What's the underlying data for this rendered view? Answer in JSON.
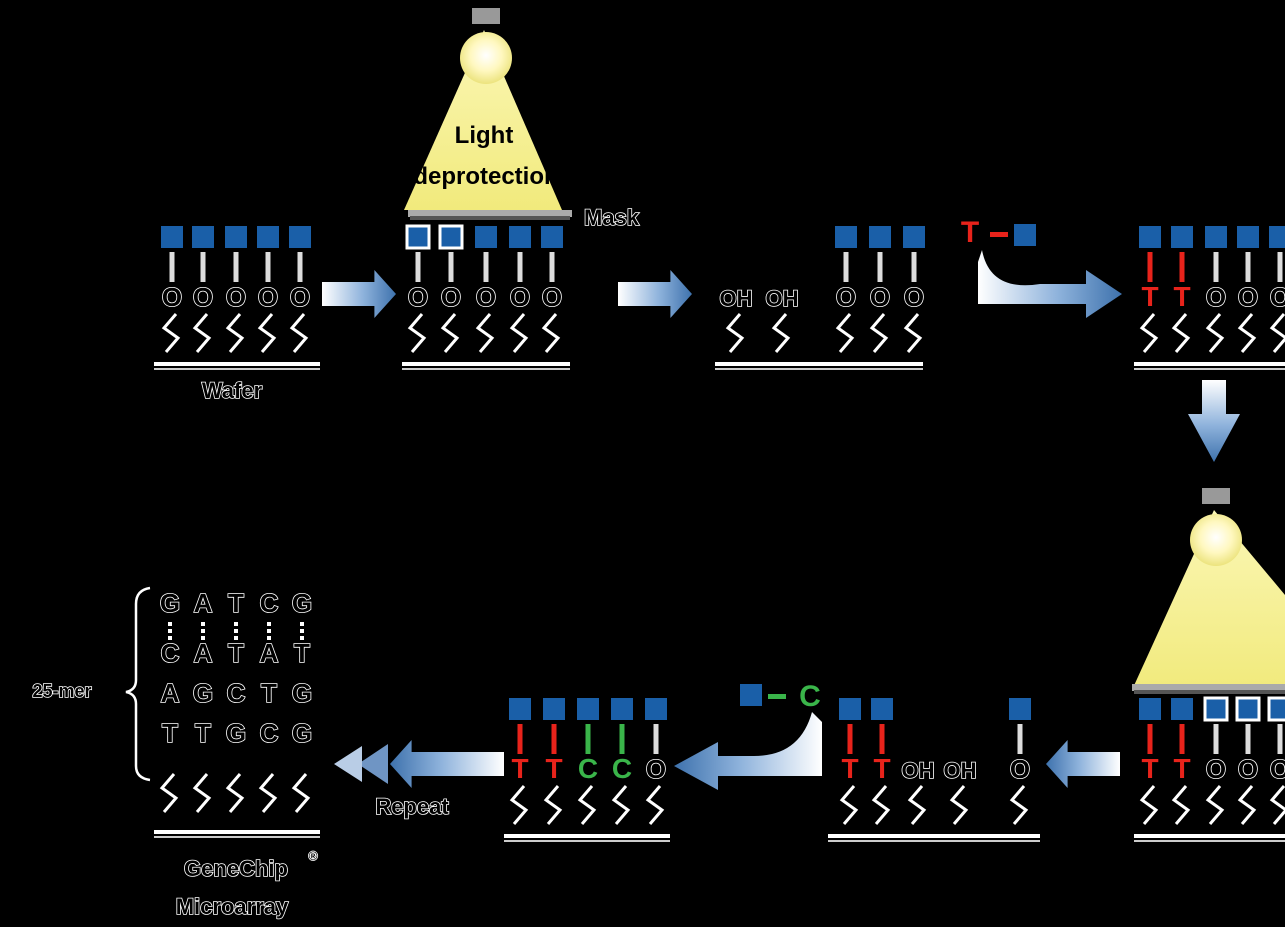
{
  "labels": {
    "light_line1": "Light",
    "light_line2": "(deprotection)",
    "mask": "Mask",
    "wafer": "Wafer",
    "repeat": "Repeat",
    "mer": "25-mer",
    "genechip_line1": "GeneChip",
    "genechip_reg": "®",
    "genechip_line2": "Microarray",
    "oh": "OH",
    "o": "O"
  },
  "reagents": {
    "t_letter": "T",
    "c_letter": "C"
  },
  "colors": {
    "background": "#000000",
    "protect_square": "#1a5fa8",
    "t_red": "#e8231b",
    "c_green": "#3ab54a",
    "light": "#f7f3a0",
    "arrow": "#4a7fb8",
    "outline_text": "#ffffff"
  },
  "rows": {
    "top": {
      "panel1": [
        "O",
        "O",
        "O",
        "O",
        "O"
      ],
      "panel2": [
        "O",
        "O",
        "O",
        "O",
        "O"
      ],
      "panel3": [
        "OH",
        "OH",
        "O",
        "O",
        "O"
      ],
      "panel4": [
        "T",
        "T",
        "O",
        "O",
        "O"
      ]
    },
    "bottom": {
      "panel5": [
        "T",
        "T",
        "O",
        "O",
        "O"
      ],
      "panel6": [
        "T",
        "T",
        "OH",
        "OH",
        "O"
      ],
      "panel7": [
        "T",
        "T",
        "C",
        "C",
        "O"
      ]
    }
  },
  "microarray_columns": [
    [
      "G",
      "C",
      "A",
      "T"
    ],
    [
      "A",
      "A",
      "G",
      "T"
    ],
    [
      "T",
      "T",
      "C",
      "G"
    ],
    [
      "C",
      "A",
      "T",
      "C"
    ],
    [
      "G",
      "T",
      "G",
      "G"
    ]
  ],
  "icons": {
    "lamp": "lamp-icon",
    "arrow": "right-arrow-icon"
  }
}
